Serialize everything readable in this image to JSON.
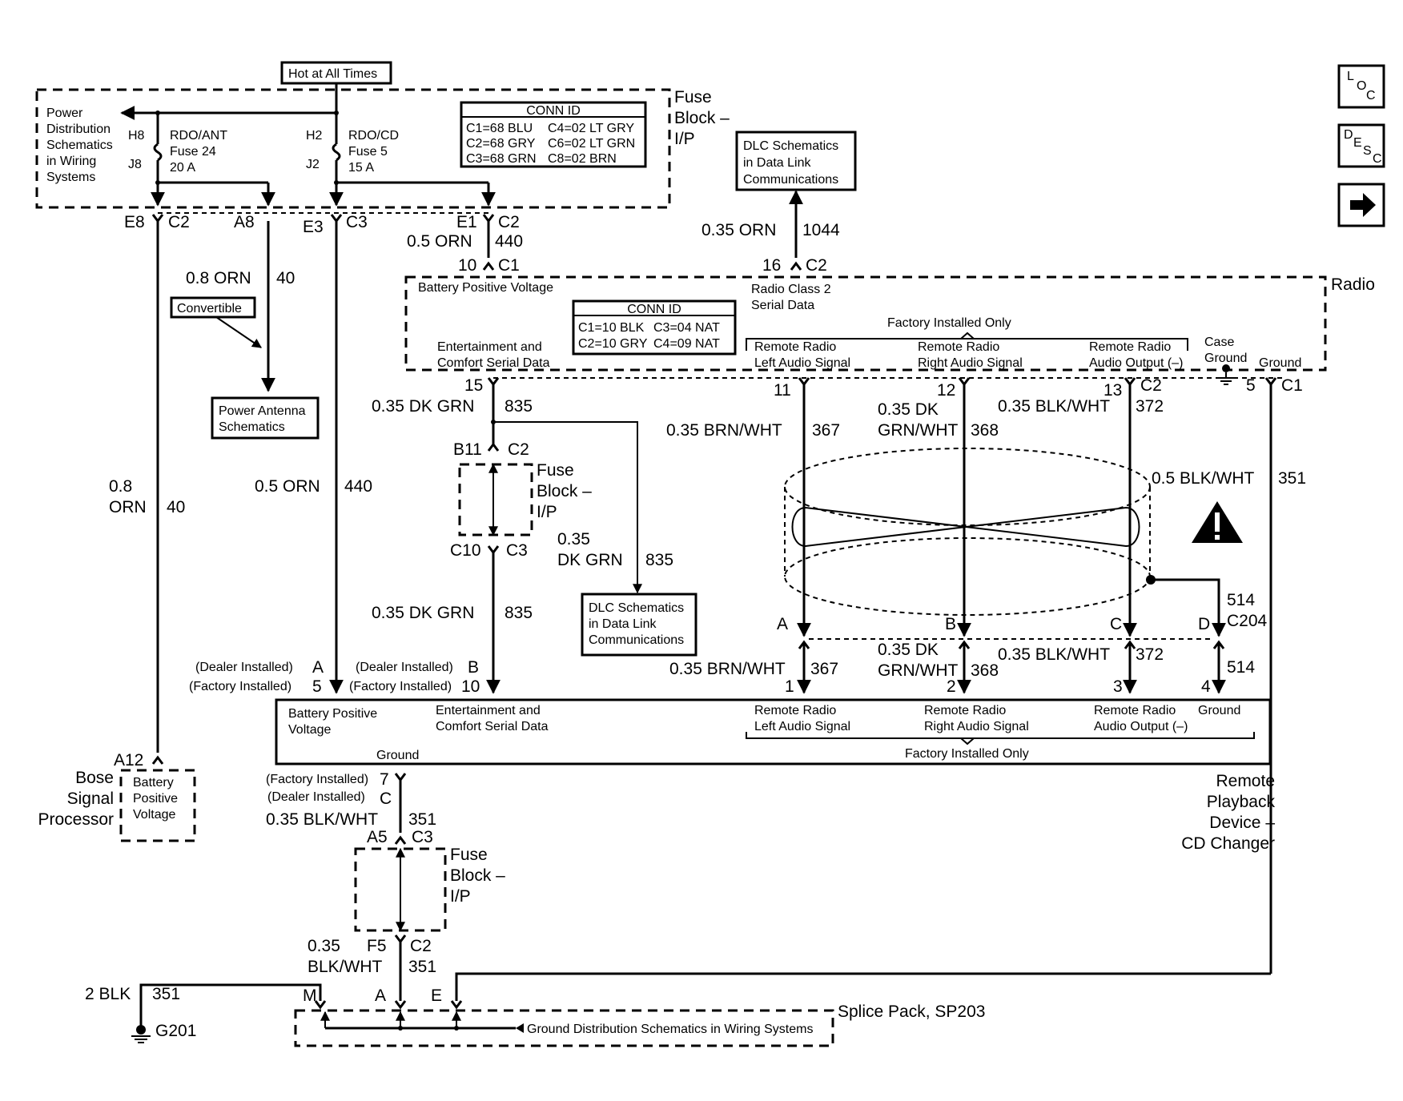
{
  "hot_at_all_times": "Hot at All Times",
  "fuse_block_ip": {
    "title": [
      "Fuse",
      "Block –",
      "I/P"
    ]
  },
  "power_dist": [
    "Power",
    "Distribution",
    "Schematics",
    "in Wiring",
    "Systems"
  ],
  "fuse24": {
    "pins": [
      "H8",
      "J8"
    ],
    "lines": [
      "RDO/ANT",
      "Fuse 24",
      "20 A"
    ]
  },
  "fuse5": {
    "pins": [
      "H2",
      "J2"
    ],
    "lines": [
      "RDO/CD",
      "Fuse 5",
      "15 A"
    ]
  },
  "conn_id_fuse": {
    "title": "CONN ID",
    "rows": [
      [
        "C1=68 BLU",
        "C4=02 LT GRY"
      ],
      [
        "C2=68 GRY",
        "C6=02 LT GRN"
      ],
      [
        "C3=68 GRN",
        "C8=02 BRN"
      ]
    ]
  },
  "dlc_top": [
    "DLC Schematics",
    "in Data Link",
    "Communications"
  ],
  "nav_icons": {
    "loc": [
      "L",
      "O",
      "C"
    ],
    "desc": [
      "D",
      "E",
      "S",
      "C"
    ],
    "next": "arrow-right-icon"
  },
  "connectors_top": {
    "e8": "E8",
    "c2_a": "C2",
    "a8": "A8",
    "e3": "E3",
    "c3_a": "C3",
    "e1": "E1",
    "c2_b": "C2",
    "wire_e1": [
      "0.5 ORN",
      "440"
    ],
    "r10": "10",
    "rc1": "C1",
    "wire_1044": [
      "0.35 ORN",
      "1044"
    ],
    "r16": "16",
    "rc2": "C2"
  },
  "radio": {
    "title": "Radio",
    "batt": "Battery Positive Voltage",
    "class2": [
      "Radio Class 2",
      "Serial Data"
    ],
    "conn_id": {
      "title": "CONN ID",
      "rows": [
        [
          "C1=10 BLK",
          "C3=04 NAT"
        ],
        [
          "C2=10 GRY",
          "C4=09 NAT"
        ]
      ]
    },
    "factory_only": "Factory Installed Only",
    "ent": [
      "Entertainment and",
      "Comfort Serial Data"
    ],
    "rr_left": [
      "Remote Radio",
      "Left Audio Signal"
    ],
    "rr_right": [
      "Remote Radio",
      "Right Audio Signal"
    ],
    "rr_out": [
      "Remote Radio",
      "Audio Output (–)"
    ],
    "case_gnd": [
      "Case",
      "Ground"
    ],
    "ground": "Ground",
    "pins": {
      "p15": "15",
      "p11": "11",
      "p12": "12",
      "p13": "13",
      "c2": "C2",
      "p5": "5",
      "c1": "C1"
    }
  },
  "wires": {
    "w40": [
      "0.8 ORN",
      "40"
    ],
    "convertible": "Convertible",
    "power_antenna": [
      "Power Antenna",
      "Schematics"
    ],
    "w40_lower": [
      "0.8",
      "ORN",
      "40"
    ],
    "w440": [
      "0.5 ORN",
      "440"
    ],
    "w835_top": [
      "0.35 DK GRN",
      "835"
    ],
    "b11": "B11",
    "b11c2": "C2",
    "fuse_mid": [
      "Fuse",
      "Block –",
      "I/P"
    ],
    "c10": "C10",
    "c10c3": "C3",
    "w835_branch": [
      "0.35",
      "DK GRN",
      "835"
    ],
    "dlc_mid": [
      "DLC Schematics",
      "in Data Link",
      "Communications"
    ],
    "w835_low": [
      "0.35 DK GRN",
      "835"
    ],
    "w367": [
      "0.35 BRN/WHT",
      "367"
    ],
    "w368": [
      "0.35 DK",
      "GRN/WHT",
      "368"
    ],
    "w372": [
      "0.35 BLK/WHT",
      "372"
    ],
    "w351_right": [
      "0.5 BLK/WHT",
      "351"
    ],
    "w514": [
      "514",
      "C204"
    ],
    "c204_pins": [
      "A",
      "B",
      "C",
      "D"
    ],
    "w367_low": [
      "0.35 BRN/WHT",
      "367"
    ],
    "w368_low": [
      "0.35 DK",
      "GRN/WHT",
      "368"
    ],
    "w372_low": [
      "0.35 BLK/WHT",
      "372"
    ],
    "w514_low": "514"
  },
  "cd_changer": {
    "dealer": "(Dealer Installed)",
    "factory": "(Factory Installed)",
    "pins_a": [
      "A",
      "5"
    ],
    "pins_b": [
      "B",
      "10"
    ],
    "pins_r": [
      "1",
      "2",
      "3",
      "4"
    ],
    "batt": [
      "Battery Positive",
      "Voltage"
    ],
    "ent": [
      "Entertainment and",
      "Comfort Serial Data"
    ],
    "rr_left": [
      "Remote Radio",
      "Left Audio Signal"
    ],
    "rr_right": [
      "Remote Radio",
      "Right Audio Signal"
    ],
    "rr_out": [
      "Remote Radio",
      "Audio Output (–)"
    ],
    "ground_r": "Ground",
    "ground_l": "Ground",
    "factory_only": "Factory Installed Only",
    "title": [
      "Remote",
      "Playback",
      "Device –",
      "CD Changer"
    ],
    "pin7": "7",
    "pinc": "C"
  },
  "bose": {
    "pin": "A12",
    "label": [
      "Bose",
      "Signal",
      "Processor"
    ],
    "box": [
      "Battery",
      "Positive",
      "Voltage"
    ]
  },
  "ground_path": {
    "w351": [
      "0.35 BLK/WHT",
      "351"
    ],
    "a5": "A5",
    "a5c3": "C3",
    "fuse": [
      "Fuse",
      "Block –",
      "I/P"
    ],
    "f5": "F5",
    "f5c2": "C2",
    "w351_low": [
      "0.35",
      "BLK/WHT",
      "351"
    ],
    "w2blk": [
      "2 BLK",
      "351"
    ],
    "g201": "G201",
    "splice_pins": [
      "M",
      "A",
      "E"
    ],
    "splice": "Splice Pack, SP203",
    "gnd_dist": "Ground Distribution Schematics in Wiring Systems"
  }
}
